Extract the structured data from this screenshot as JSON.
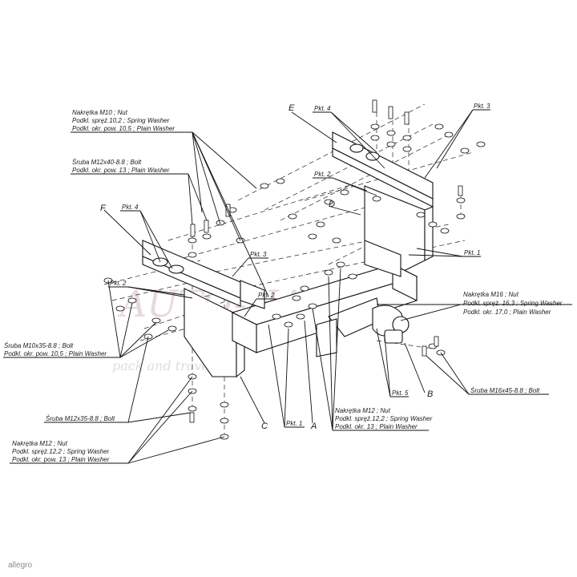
{
  "labels": {
    "nut_m10_line1": "Nakrętka M10 ; Nut",
    "nut_m10_line2": "Podkl. spręż.10,2 ; Spring Washer",
    "nut_m10_line3": "Podkl. okr. pow. 10,5 ; Plain Washer",
    "bolt_m12x40_line1": "Śruba M12x40-8.8 ; Bolt",
    "bolt_m12x40_line2": "Podkl. okr. pow. 13 ; Plain Washer",
    "bolt_m10x35_line1": "Śruba M10x35-8.8 ; Bolt",
    "bolt_m10x35_line2": "Podkl. okr. pow. 10,5 ; Plain Washer",
    "bolt_m12x35": "Śruba M12x35-8.8 ; Bolt",
    "nut_m12_left_line1": "Nakrętka M12 ; Nut",
    "nut_m12_left_line2": "Podkl. spręż.12,2 ; Spring Washer",
    "nut_m12_left_line3": "Podkl. okr. pow. 13 ; Plain Washer",
    "nut_m12_mid_line1": "Nakrętka M12 ; Nut",
    "nut_m12_mid_line2": "Podkl. spręż.12,2 ; Spring Washer",
    "nut_m12_mid_line3": "Podkl. okr. 13 ; Plain Washer",
    "nut_m16_line1": "Nakrętka M16 ; Nut",
    "nut_m16_line2": "Podkl. spręż. 16,3 ; Spring Washer",
    "nut_m16_line3": "Podkl. okr. 17,0 ; Plain Washer",
    "bolt_m16x45": "Śruba M16x45-8.8 ; Bolt",
    "pkt4_top": "Pkt. 4",
    "pkt3_top": "Pkt. 3",
    "pkt2_top": "Pkt. 2",
    "pkt1_right": "Pkt. 1",
    "pkt4_left": "Pkt. 4",
    "pkt3_mid": "Pkt. 3",
    "pkt2_left": "Pkt. 2",
    "pkt2_mid": "Pkt. 2",
    "pkt5": "Pkt. 5",
    "pkt1_bottom": "Pkt. 1",
    "letter_e": "E",
    "letter_d": "D",
    "letter_f": "F",
    "letter_c": "C",
    "letter_a": "A",
    "letter_b": "B"
  },
  "watermark": {
    "brand": "AUTO-HAK",
    "tagline": "pack and travel"
  },
  "footer": {
    "source": "allegro"
  },
  "colors": {
    "line": "#111111",
    "watermark": "#e7d9d9",
    "background": "#ffffff"
  }
}
